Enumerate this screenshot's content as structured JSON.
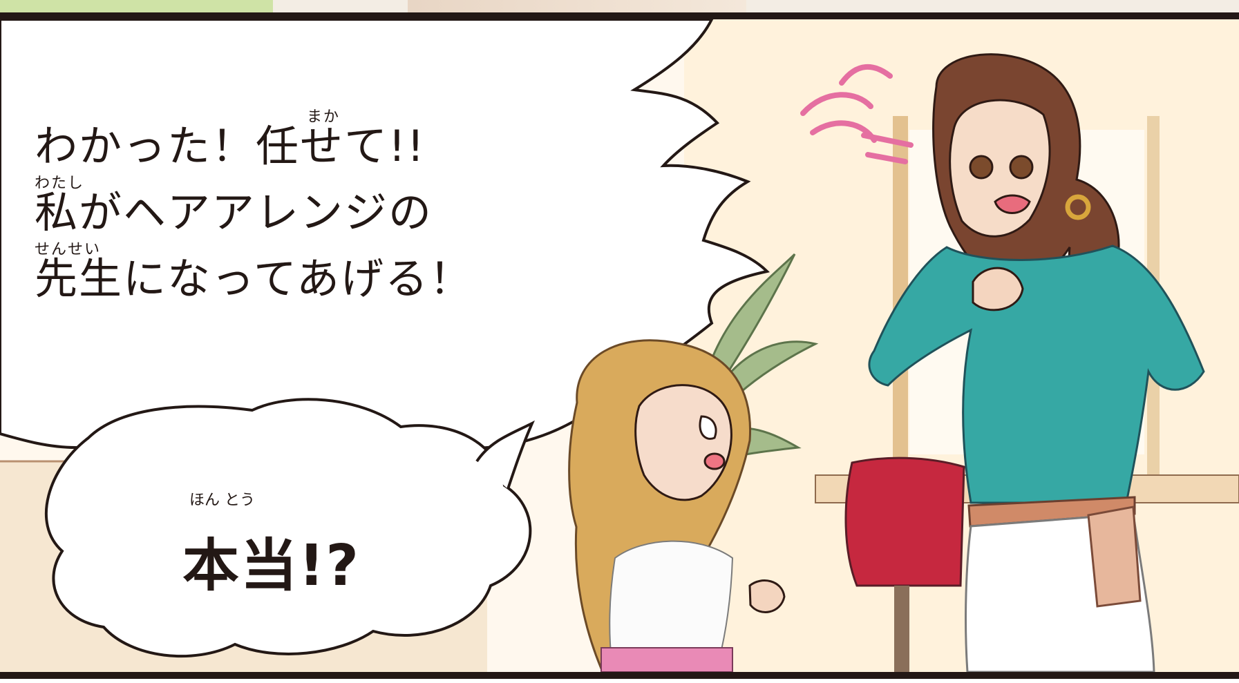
{
  "panel": {
    "speech_main": {
      "line1": "わかった！任せて!!",
      "line1_ruby": "まか",
      "line2": "私がヘアアレンジの",
      "line2_ruby": "わたし",
      "line3": "先生になってあげる！",
      "line3_ruby": "せんせい"
    },
    "speech_bottom": {
      "text": "本当!?",
      "ruby": "ほん  とう"
    }
  },
  "colors": {
    "border": "#231815",
    "paper": "#fff7ec",
    "top_green": "#cfe3a6",
    "teal_shirt": "#36a8a4",
    "chair_red": "#c6283f",
    "hair_brown": "#7a4530",
    "hair_blonde": "#d9aa5c",
    "pink_lines": "#e56fa1"
  }
}
